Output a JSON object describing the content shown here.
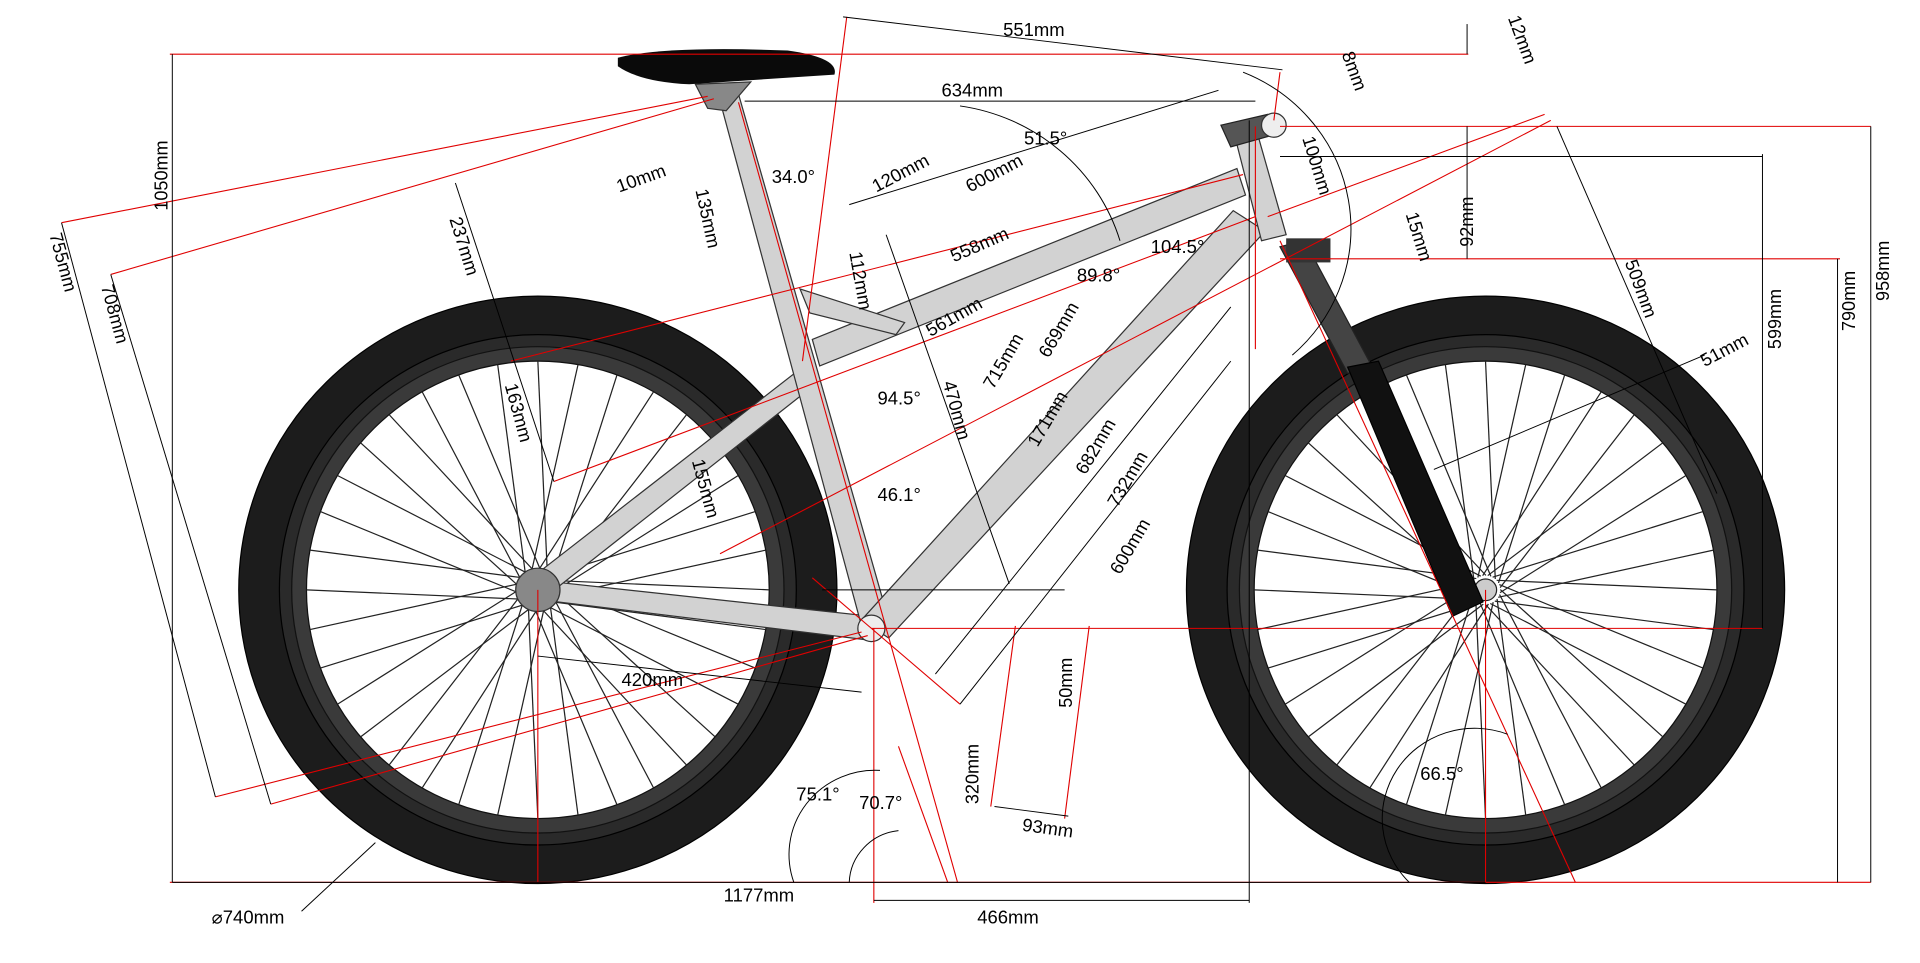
{
  "title": "Bicycle geometry diagram",
  "colors": {
    "dimension_red": "#e00000",
    "frame": "#d2d2d2",
    "tire": "#1c1c1c",
    "rim": "#3a3a3a"
  },
  "labels": {
    "top_dim": "551mm",
    "bar_12": "12mm",
    "bar_8": "8mm",
    "reach_634": "634mm",
    "angle_515": "51.5°",
    "len_600a": "600mm",
    "len_120": "120mm",
    "len_10": "10mm",
    "angle_340": "34.0°",
    "len_135": "135mm",
    "height_1050": "1050mm",
    "len_237": "237mm",
    "len_755": "755mm",
    "len_708": "708mm",
    "tt_558": "558mm",
    "len_112": "112mm",
    "angle_898": "89.8°",
    "angle_1045": "104.5°",
    "stem_100": "100mm",
    "len_15": "15mm",
    "len_92": "92mm",
    "len_509": "509mm",
    "h_599": "599mm",
    "h_790": "790mm",
    "h_958": "958mm",
    "offset_51": "51mm",
    "len_561": "561mm",
    "len_715": "715mm",
    "len_669": "669mm",
    "st_470": "470mm",
    "angle_945": "94.5°",
    "len_163": "163mm",
    "len_171": "171mm",
    "len_682": "682mm",
    "angle_461": "46.1°",
    "len_155": "155mm",
    "len_732": "732mm",
    "len_600b": "600mm",
    "cs_420": "420mm",
    "drop_50": "50mm",
    "bb_320": "320mm",
    "angle_751": "75.1°",
    "angle_707": "70.7°",
    "angle_665": "66.5°",
    "len_93": "93mm",
    "wb_1177": "1177mm",
    "front_466": "466mm",
    "wheel_740": "⌀740mm"
  }
}
